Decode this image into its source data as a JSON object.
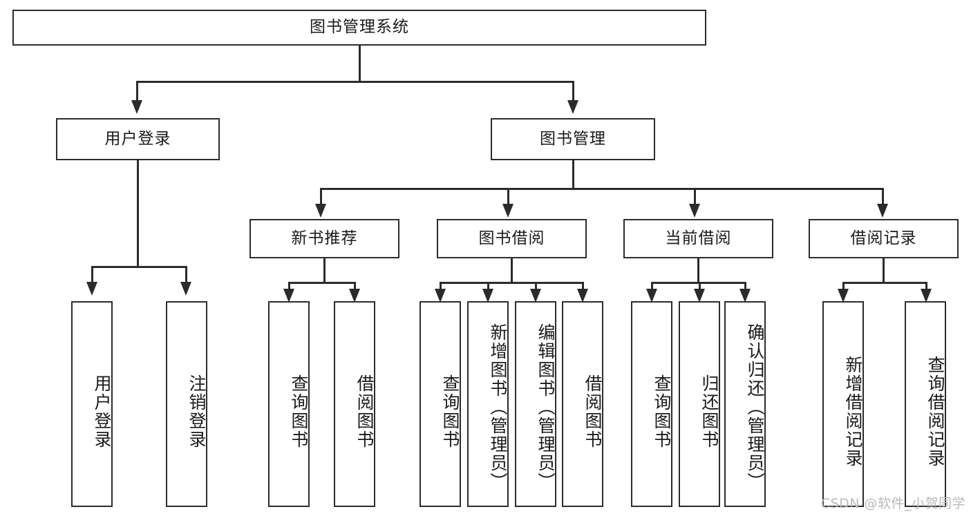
{
  "diagram": {
    "type": "tree-hierarchy-chart",
    "title": "图书管理系统",
    "watermark": "CSDN @软件_小贺同学",
    "colors": {
      "stroke": "#2b2b2b",
      "fill": "#ffffff",
      "text": "#1a1a1a",
      "watermark": "#b9b9b9"
    },
    "nodes": {
      "root": {
        "label": "图书管理系统"
      },
      "level2": [
        {
          "id": "user-login",
          "label": "用户登录"
        },
        {
          "id": "book-manage",
          "label": "图书管理"
        }
      ],
      "level3": [
        {
          "id": "new-book-recommend",
          "label": "新书推荐"
        },
        {
          "id": "book-borrow",
          "label": "图书借阅"
        },
        {
          "id": "current-borrow",
          "label": "当前借阅"
        },
        {
          "id": "borrow-record",
          "label": "借阅记录"
        }
      ],
      "leaves": {
        "user_login": [
          {
            "id": "leaf-user-login",
            "label": "用户登录"
          },
          {
            "id": "leaf-logout-login",
            "label": "注销登录"
          }
        ],
        "new_book_recommend": [
          {
            "id": "leaf-query-book-1",
            "label": "查询图书"
          },
          {
            "id": "leaf-borrow-book-1",
            "label": "借阅图书"
          }
        ],
        "book_borrow": [
          {
            "id": "leaf-query-book-2",
            "label": "查询图书"
          },
          {
            "id": "leaf-add-book-admin",
            "label": "新增图书（管理员）"
          },
          {
            "id": "leaf-edit-book-admin",
            "label": "编辑图书（管理员）"
          },
          {
            "id": "leaf-borrow-book-2",
            "label": "借阅图书"
          }
        ],
        "current_borrow": [
          {
            "id": "leaf-query-book-3",
            "label": "查询图书"
          },
          {
            "id": "leaf-return-book",
            "label": "归还图书"
          },
          {
            "id": "leaf-confirm-return-admin",
            "label": "确认归还（管理员）"
          }
        ],
        "borrow_record": [
          {
            "id": "leaf-add-borrow-record",
            "label": "新增借阅记录"
          },
          {
            "id": "leaf-query-borrow-record",
            "label": "查询借阅记录"
          }
        ]
      }
    }
  }
}
